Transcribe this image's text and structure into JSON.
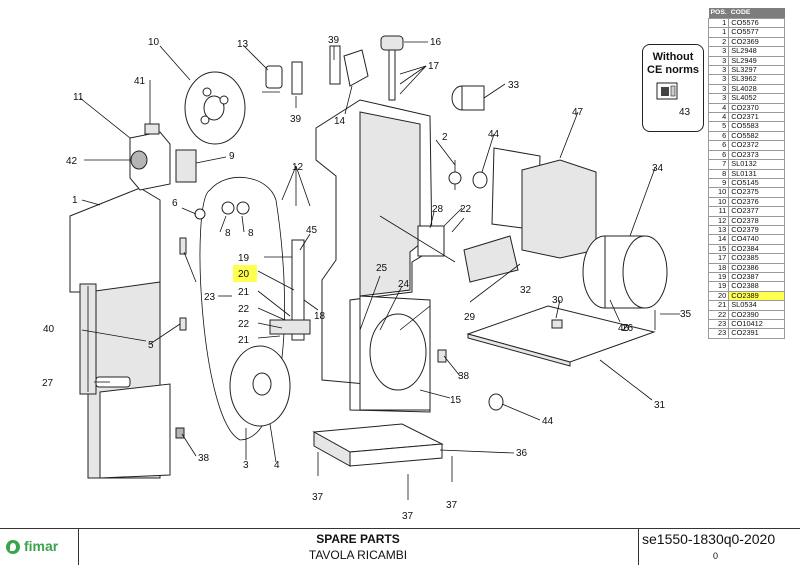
{
  "diagram": {
    "callouts": [
      "1",
      "2",
      "3",
      "4",
      "5",
      "6",
      "8",
      "9",
      "10",
      "11",
      "12",
      "13",
      "14",
      "15",
      "16",
      "17",
      "18",
      "19",
      "20",
      "21",
      "22",
      "22",
      "21",
      "23",
      "24",
      "25",
      "26",
      "27",
      "28",
      "29",
      "30",
      "31",
      "32",
      "33",
      "34",
      "35",
      "36",
      "37",
      "37",
      "37",
      "38",
      "38",
      "39",
      "39",
      "40",
      "41",
      "42",
      "44",
      "44",
      "45",
      "46",
      "47"
    ],
    "highlighted_callout": "20",
    "highlight_color": "#ffff4d",
    "ce_box": {
      "line1": "Without",
      "line2": "CE norms",
      "part": "43"
    }
  },
  "parts_list": {
    "headers": [
      "POS.",
      "CODE"
    ],
    "rows": [
      {
        "pos": "1",
        "code": "CO5576"
      },
      {
        "pos": "1",
        "code": "CO5577"
      },
      {
        "pos": "2",
        "code": "CO2369"
      },
      {
        "pos": "3",
        "code": "SL2948"
      },
      {
        "pos": "3",
        "code": "SL2949"
      },
      {
        "pos": "3",
        "code": "SL3297"
      },
      {
        "pos": "3",
        "code": "SL3962"
      },
      {
        "pos": "3",
        "code": "SL4028"
      },
      {
        "pos": "3",
        "code": "SL4052"
      },
      {
        "pos": "4",
        "code": "CO2370"
      },
      {
        "pos": "4",
        "code": "CO2371"
      },
      {
        "pos": "5",
        "code": "CO5583"
      },
      {
        "pos": "6",
        "code": "CO5582"
      },
      {
        "pos": "6",
        "code": "CO2372"
      },
      {
        "pos": "6",
        "code": "CO2373"
      },
      {
        "pos": "7",
        "code": "SL0132"
      },
      {
        "pos": "8",
        "code": "SL0131"
      },
      {
        "pos": "9",
        "code": "CO5145"
      },
      {
        "pos": "10",
        "code": "CO2375"
      },
      {
        "pos": "10",
        "code": "CO2376"
      },
      {
        "pos": "11",
        "code": "CO2377"
      },
      {
        "pos": "12",
        "code": "CO2378"
      },
      {
        "pos": "13",
        "code": "CO2379"
      },
      {
        "pos": "14",
        "code": "CO4740"
      },
      {
        "pos": "15",
        "code": "CO2384"
      },
      {
        "pos": "17",
        "code": "CO2385"
      },
      {
        "pos": "18",
        "code": "CO2386"
      },
      {
        "pos": "19",
        "code": "CO2387"
      },
      {
        "pos": "19",
        "code": "CO2388"
      },
      {
        "pos": "20",
        "code": "CO2389"
      },
      {
        "pos": "21",
        "code": "SL0534"
      },
      {
        "pos": "22",
        "code": "CO2390"
      },
      {
        "pos": "23",
        "code": "CO10412"
      },
      {
        "pos": "23",
        "code": "CO2391"
      }
    ],
    "highlight_row": 29
  },
  "title_block": {
    "brand": "fimar",
    "brand_color": "#3ba34a",
    "title": "SPARE PARTS",
    "subtitle": "TAVOLA RICAMBI",
    "drawing_code": "se1550-1830q0-2020",
    "revision": "0"
  }
}
